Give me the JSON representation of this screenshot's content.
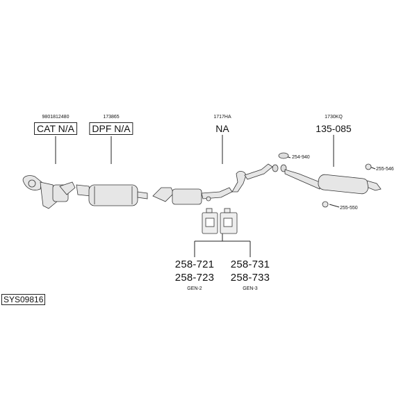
{
  "diagram": {
    "system_code": "SYS09816",
    "parts": [
      {
        "oem": "9801812480",
        "label": "CAT N/A"
      },
      {
        "oem": "173865",
        "label": "DPF N/A"
      },
      {
        "oem": "1717HA",
        "label": "NA"
      },
      {
        "oem": "1730KQ",
        "label": "135-085"
      }
    ],
    "fittings": [
      "254-940",
      "255-546",
      "255-550"
    ],
    "additives": [
      {
        "codes": [
          "258-721",
          "258-723"
        ],
        "generation": "GEN-2"
      },
      {
        "codes": [
          "258-731",
          "258-733"
        ],
        "generation": "GEN-3"
      }
    ]
  }
}
